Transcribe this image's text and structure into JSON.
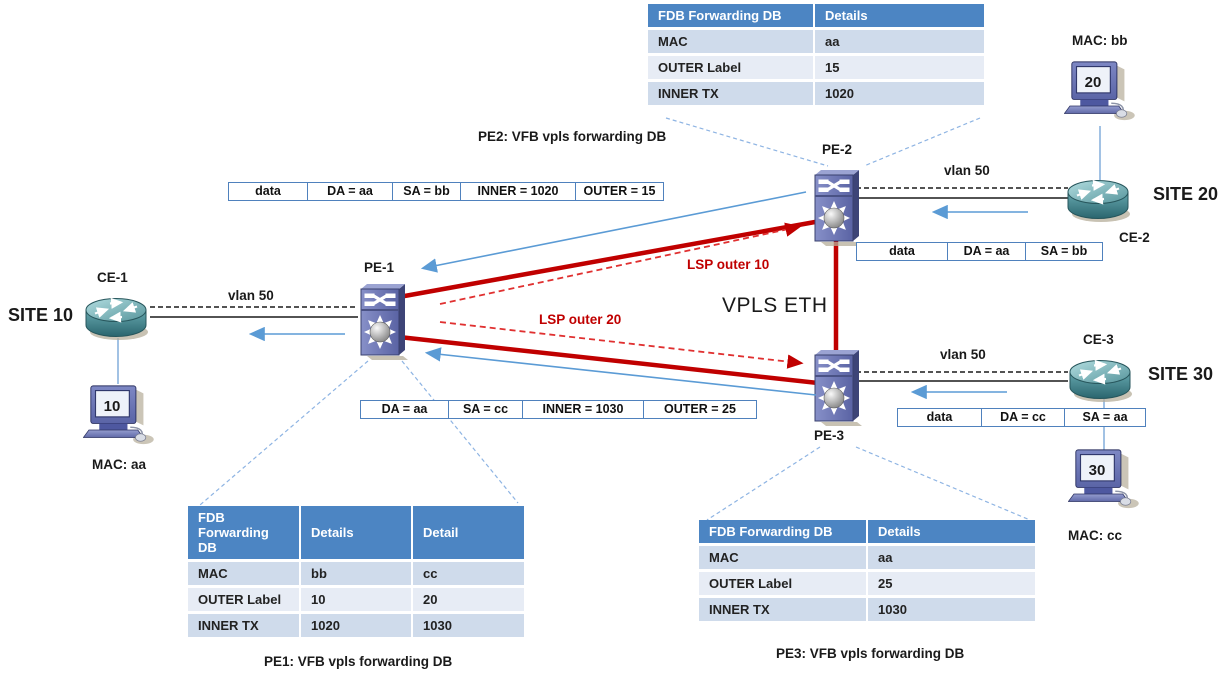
{
  "colors": {
    "lsp_red": "#c00000",
    "arrow_blue": "#5b9bd5",
    "table_header_blue": "#4c85c3"
  },
  "nodes": {
    "pe1": "PE-1",
    "pe2": "PE-2",
    "pe3": "PE-3",
    "ce1": "CE-1",
    "ce2": "CE-2",
    "ce3": "CE-3",
    "site10": "SITE 10",
    "site20": "SITE 20",
    "site30": "SITE 30",
    "pc10_screen": "10",
    "pc20_screen": "20",
    "pc30_screen": "30",
    "pc10_mac": "MAC: aa",
    "pc20_mac": "MAC: bb",
    "pc30_mac": "MAC: cc"
  },
  "links": {
    "vlan_ce1_pe1": "vlan 50",
    "vlan_pe2_ce2": "vlan 50",
    "vlan_pe3_ce3": "vlan 50",
    "lsp_outer_10": "LSP outer 10",
    "lsp_outer_20": "LSP outer 20",
    "core_label": "VPLS ETH"
  },
  "packets": {
    "pe1_to_pe2": [
      "data",
      "DA = aa",
      "SA = bb",
      "INNER = 1020",
      "OUTER = 15"
    ],
    "pe2_to_ce2": [
      "data",
      "DA = aa",
      "SA = bb"
    ],
    "pe3_to_pe1": [
      "DA = aa",
      "SA = cc",
      "INNER = 1030",
      "OUTER = 25"
    ],
    "ce3_to_pe3": [
      "data",
      "DA = cc",
      "SA = aa"
    ]
  },
  "tables": {
    "pe2": {
      "caption": "PE2: VFB vpls forwarding DB",
      "headers": [
        "FDB Forwarding DB",
        "Details"
      ],
      "rows": [
        [
          "MAC",
          "aa"
        ],
        [
          "OUTER Label",
          "15"
        ],
        [
          "INNER TX",
          "1020"
        ]
      ]
    },
    "pe1": {
      "caption": "PE1: VFB vpls forwarding DB",
      "headers": [
        "FDB Forwarding DB",
        "Details",
        "Detail"
      ],
      "rows": [
        [
          "MAC",
          "bb",
          "cc"
        ],
        [
          "OUTER Label",
          "10",
          "20"
        ],
        [
          "INNER TX",
          "1020",
          "1030"
        ]
      ]
    },
    "pe3": {
      "caption": "PE3: VFB vpls forwarding DB",
      "headers": [
        "FDB Forwarding DB",
        "Details"
      ],
      "rows": [
        [
          "MAC",
          "aa"
        ],
        [
          "OUTER Label",
          "25"
        ],
        [
          "INNER TX",
          "1030"
        ]
      ]
    }
  }
}
